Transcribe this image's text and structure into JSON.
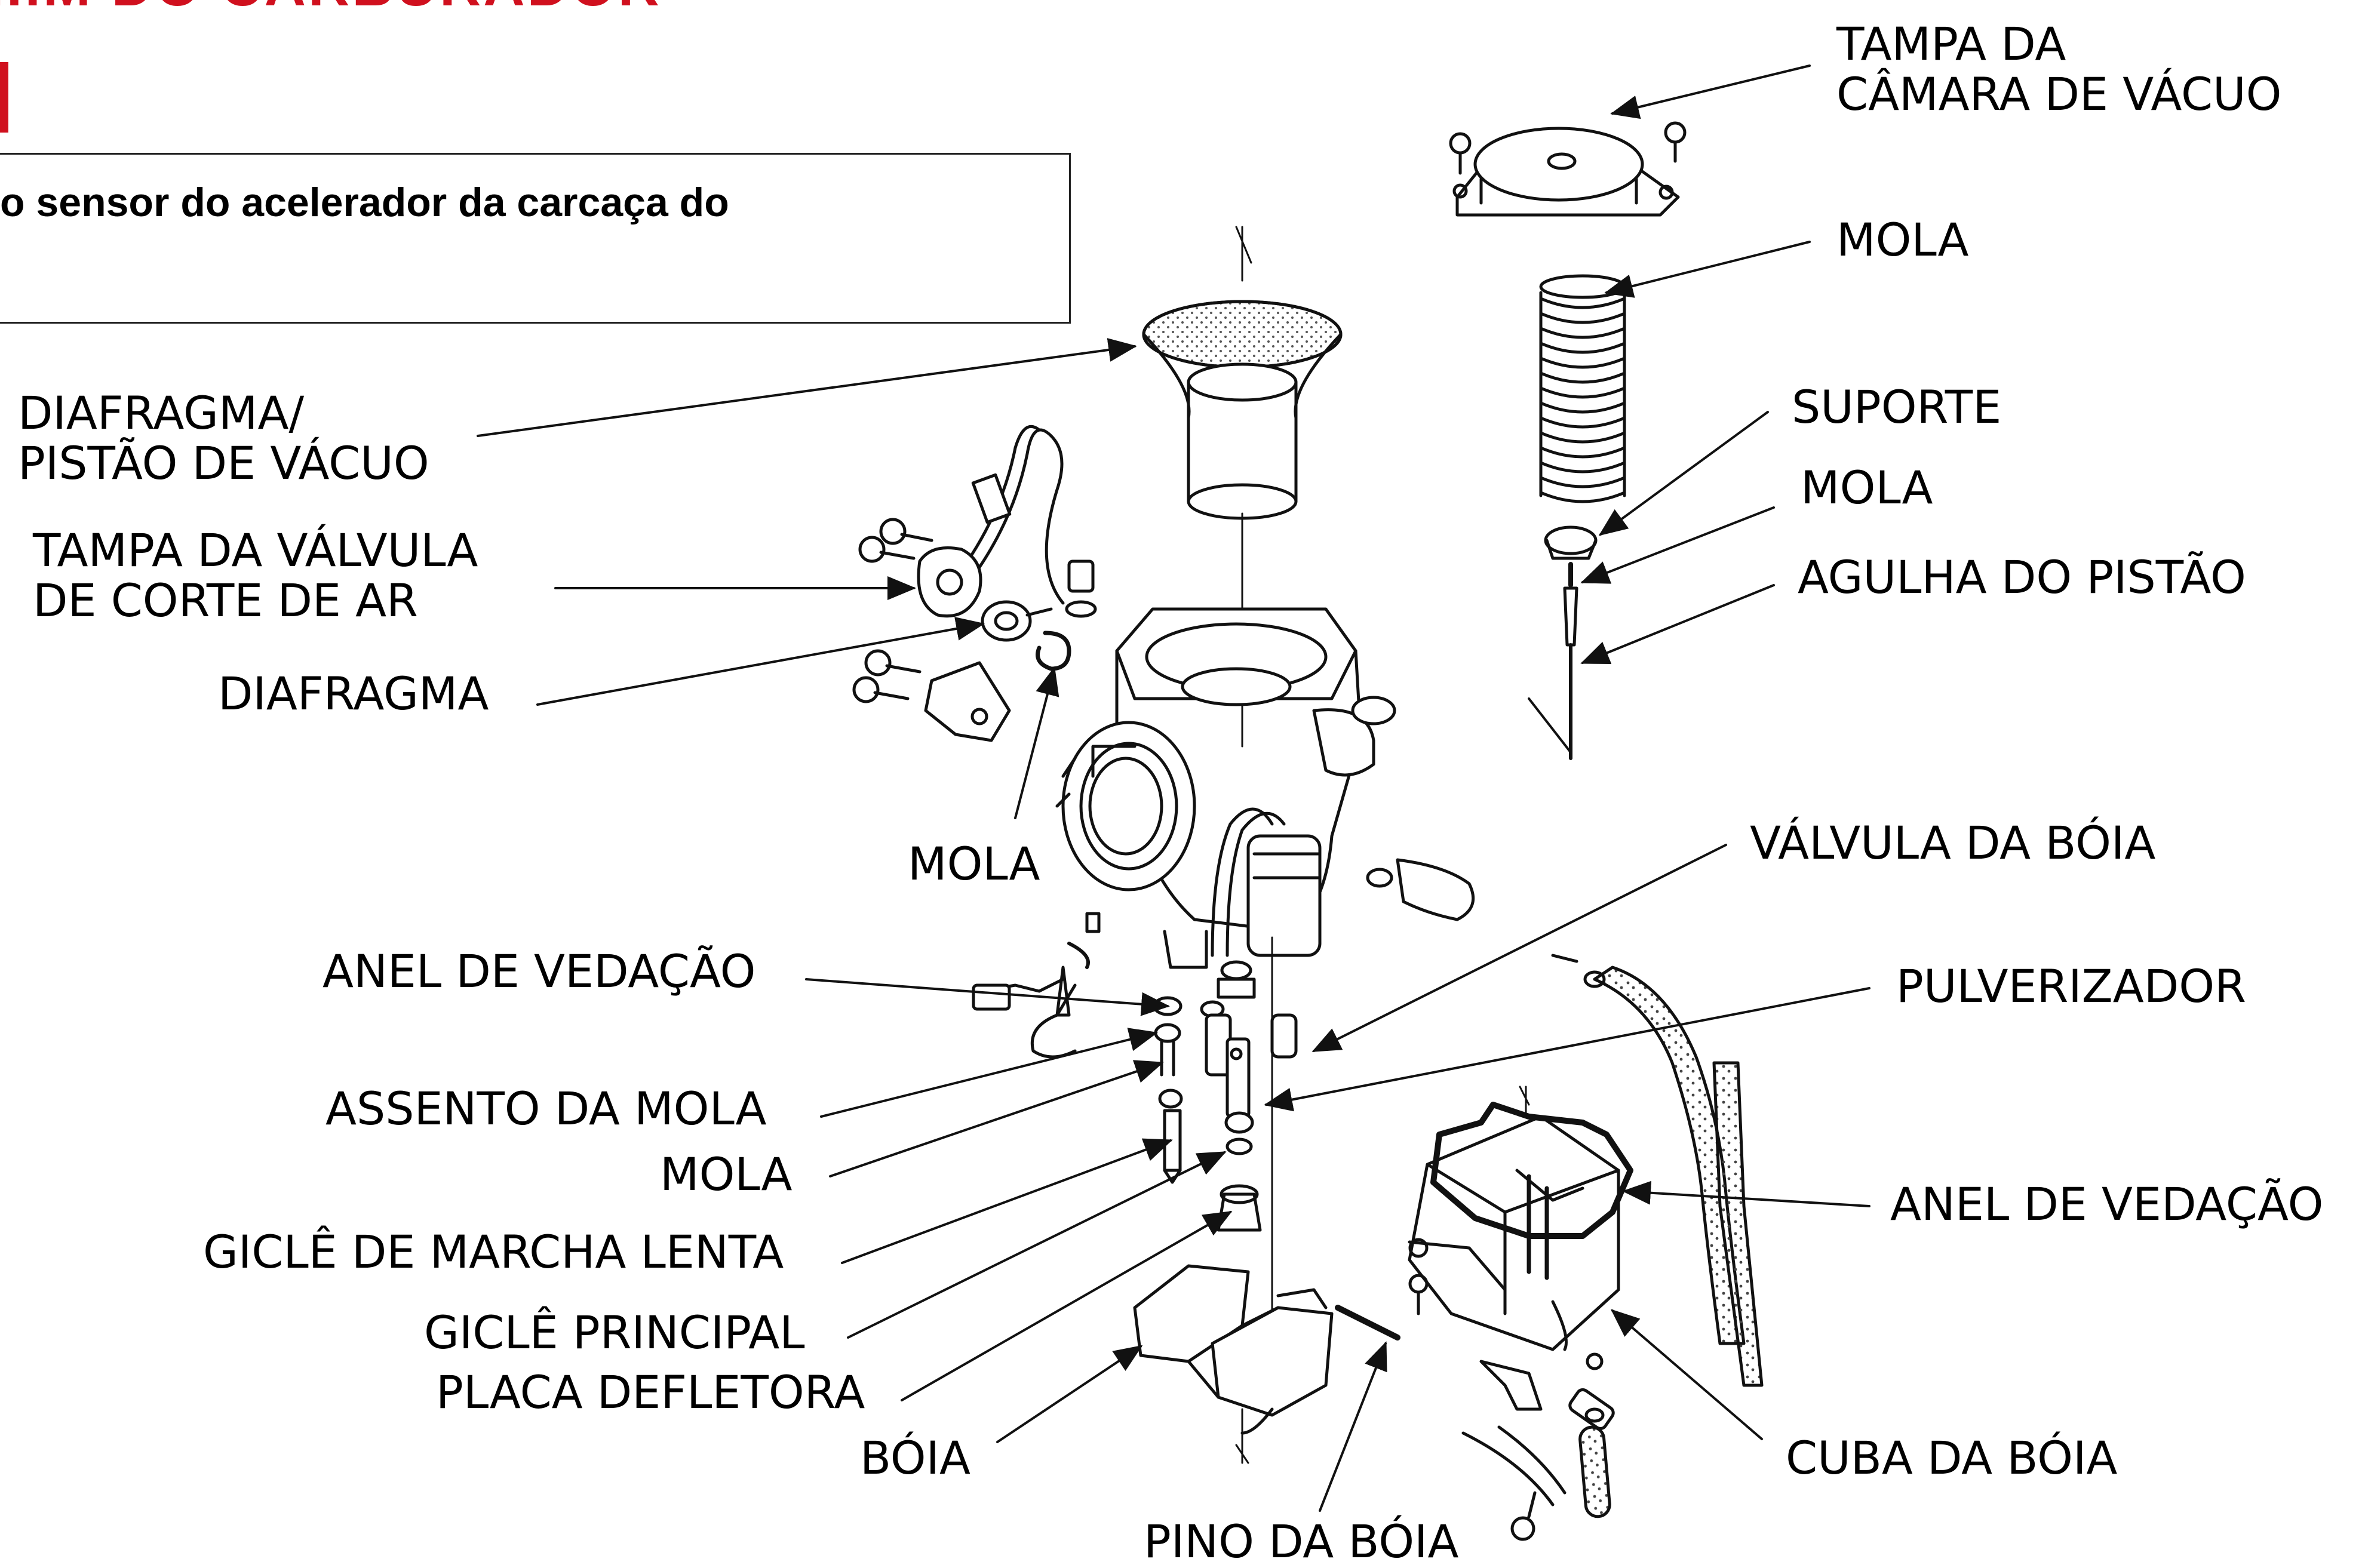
{
  "page": {
    "title_fragment": "...M DO CARBURADOR",
    "note_text": "o sensor do acelerador da carcaça do"
  },
  "labels": {
    "tampa_camara_vacuo_1": "TAMPA DA",
    "tampa_camara_vacuo_2": "CÂMARA DE VÁCUO",
    "mola_top": "MOLA",
    "suporte": "SUPORTE",
    "mola_suporte": "MOLA",
    "agulha_pistao": "AGULHA DO PISTÃO",
    "diafragma_pistao_1": "DIAFRAGMA/",
    "diafragma_pistao_2": "PISTÃO DE VÁCUO",
    "tampa_valvula_corte_1": "TAMPA DA VÁLVULA",
    "tampa_valvula_corte_2": "DE CORTE DE AR",
    "diafragma": "DIAFRAGMA",
    "mola_middle": "MOLA",
    "valvula_boia": "VÁLVULA DA BÓIA",
    "anel_vedacao_left": "ANEL DE VEDAÇÃO",
    "pulverizador": "PULVERIZADOR",
    "assento_mola": "ASSENTO DA MOLA",
    "mola_lower": "MOLA",
    "anel_vedacao_right": "ANEL DE VEDAÇÃO",
    "gicle_marcha_lenta": "GICLÊ DE MARCHA LENTA",
    "gicle_principal": "GICLÊ PRINCIPAL",
    "placa_defletora": "PLACA DEFLETORA",
    "boia": "BÓIA",
    "cuba_boia": "CUBA DA BÓIA",
    "pino_boia": "PINO DA BÓIA"
  },
  "colors": {
    "title_red": "#d0101e",
    "line": "#111111",
    "label": "#000000"
  }
}
